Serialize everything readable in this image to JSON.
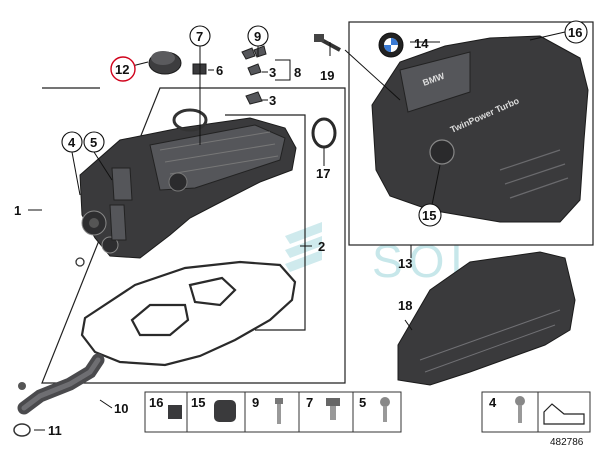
{
  "callouts": {
    "c1": "1",
    "c2": "2",
    "c3a": "3",
    "c3b": "3",
    "c4": "4",
    "c5": "5",
    "c6": "6",
    "c7": "7",
    "c8": "8",
    "c9": "9",
    "c10": "10",
    "c11": "11",
    "c12": "12",
    "c13": "13",
    "c14": "14",
    "c15": "15",
    "c16": "16",
    "c17": "17",
    "c18": "18",
    "c19": "19"
  },
  "legend": {
    "i16": "16",
    "i15": "15",
    "i9": "9",
    "i7": "7",
    "i5": "5",
    "i4": "4"
  },
  "watermark": "SOL",
  "cover_text": {
    "brand": "BMW",
    "badge": "TwinPower Turbo"
  },
  "diagram_id": "482786",
  "colors": {
    "highlight": "#d0021b",
    "watermark": "#c7e7ea",
    "part": "#3a3a3c"
  }
}
